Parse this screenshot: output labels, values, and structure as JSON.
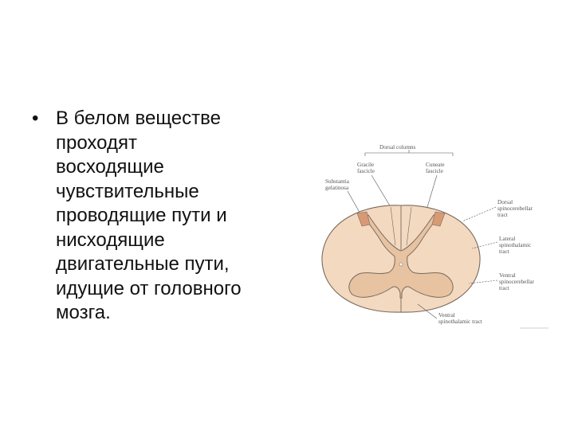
{
  "slide": {
    "bullet_symbol": "•",
    "bullet_lines": [
      "В белом веществе",
      "проходят",
      "восходящие",
      "чувствительные",
      "проводящие пути и",
      "нисходящие",
      "двигательные пути,",
      "идущие от головного",
      "мозга."
    ]
  },
  "figure": {
    "labels": {
      "dorsal_columns": "Dorsal columns",
      "gracile_1": "Gracile",
      "gracile_2": "fascicle",
      "cuneate_1": "Cuneate",
      "cuneate_2": "fascicle",
      "substantia_1": "Substantia",
      "substantia_2": "gelatinosa",
      "dorsal_sc_1": "Dorsal",
      "dorsal_sc_2": "spinocerebellar",
      "dorsal_sc_3": "tract",
      "lateral_st_1": "Lateral",
      "lateral_st_2": "spinothalamic",
      "lateral_st_3": "tract",
      "ventral_sc_1": "Ventral",
      "ventral_sc_2": "spinocerebellar",
      "ventral_sc_3": "tract",
      "ventral_st_1": "Ventral",
      "ventral_st_2": "spinothalamic tract"
    },
    "colors": {
      "white_matter": "#f3d9c0",
      "gray_matter": "#e7c3a2",
      "dorsal_tract": "#d89a74",
      "outline": "#7a6a5e"
    }
  }
}
